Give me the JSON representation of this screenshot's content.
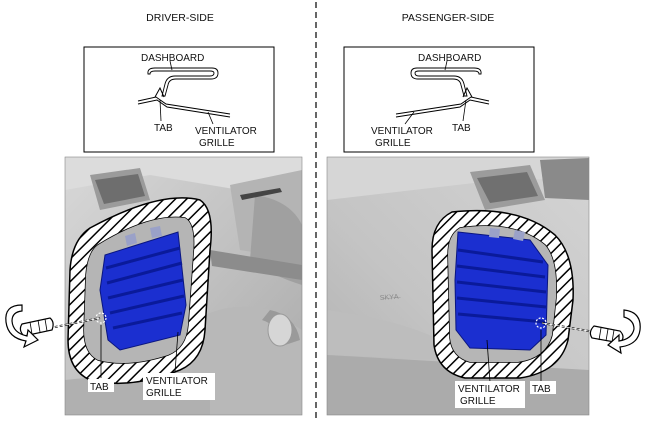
{
  "driver": {
    "heading": "DRIVER-SIDE",
    "inset": {
      "dashboard": "DASHBOARD",
      "tab": "TAB",
      "grille_line1": "VENTILATOR",
      "grille_line2": "GRILLE"
    },
    "photo": {
      "tab": "TAB",
      "grille_line1": "VENTILATOR",
      "grille_line2": "GRILLE"
    }
  },
  "passenger": {
    "heading": "PASSENGER-SIDE",
    "inset": {
      "dashboard": "DASHBOARD",
      "tab": "TAB",
      "grille_line1": "VENTILATOR",
      "grille_line2": "GRILLE"
    },
    "photo": {
      "tab": "TAB",
      "grille_line1": "VENTILATOR",
      "grille_line2": "GRILLE"
    }
  },
  "colors": {
    "grille_highlight": "#1b2fd0",
    "hatch": "#000000",
    "photo_bg": "#c9c9c9"
  },
  "icons": [
    "screwdriver-icon",
    "rotation-arrow-icon"
  ]
}
